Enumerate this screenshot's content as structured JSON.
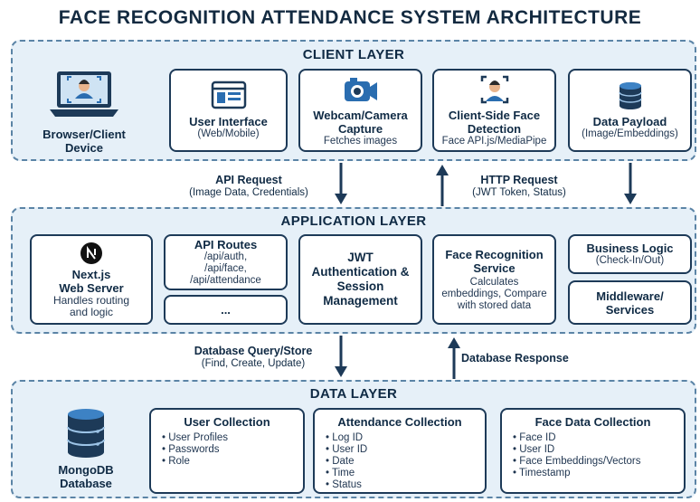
{
  "title": "FACE RECOGNITION ATTENDANCE SYSTEM ARCHITECTURE",
  "client_layer": {
    "title": "CLIENT LAYER",
    "browser": {
      "title": "Browser/Client Device"
    },
    "ui": {
      "title": "User Interface",
      "sub": "(Web/Mobile)"
    },
    "webcam": {
      "title": "Webcam/Camera Capture",
      "sub": "Fetches images"
    },
    "detection": {
      "title": "Client-Side Face Detection",
      "sub": "Face API.js/MediaPipe"
    },
    "payload": {
      "title": "Data Payload",
      "sub": "(Image/Embeddings)"
    }
  },
  "flows_top": {
    "api_request": {
      "title": "API Request",
      "sub": "(Image Data, Credentials)"
    },
    "http_request": {
      "title": "HTTP Request",
      "sub": "(JWT Token, Status)"
    }
  },
  "application_layer": {
    "title": "APPLICATION LAYER",
    "nextjs": {
      "title1": "Next.js",
      "title2": "Web Server",
      "sub1": "Handles routing",
      "sub2": "and logic"
    },
    "routes": {
      "title": "API Routes",
      "items": [
        "/api/auth,",
        "/api/face,",
        "/api/attendance"
      ]
    },
    "ellipsis": "...",
    "jwt": {
      "title": "JWT Authentication & Session Management"
    },
    "face": {
      "title": "Face Recognition Service",
      "sub": "Calculates embeddings, Compare with stored data"
    },
    "business": {
      "title": "Business Logic",
      "sub": "(Check-In/Out)"
    },
    "middleware": {
      "title": "Middleware/ Services"
    }
  },
  "flows_bottom": {
    "db_query": {
      "title": "Database Query/Store",
      "sub": "(Find, Create, Update)"
    },
    "db_response": {
      "title": "Database Response"
    }
  },
  "data_layer": {
    "title": "DATA LAYER",
    "mongodb": {
      "title1": "MongoDB",
      "title2": "Database"
    },
    "user_collection": {
      "title": "User Collection",
      "items": [
        "User Profiles",
        "Passwords",
        "Role"
      ]
    },
    "attendance_collection": {
      "title": "Attendance Collection",
      "items": [
        "Log ID",
        "User ID",
        "Date",
        "Time",
        "Status"
      ]
    },
    "face_collection": {
      "title": "Face Data Collection",
      "items": [
        "Face ID",
        "User ID",
        "Face Embeddings/Vectors",
        "Timestamp"
      ]
    }
  },
  "colors": {
    "border": "#1d3a58",
    "layer_bg": "#e6f0f8",
    "dashed": "#5b84a6",
    "accent": "#2a6db0"
  }
}
